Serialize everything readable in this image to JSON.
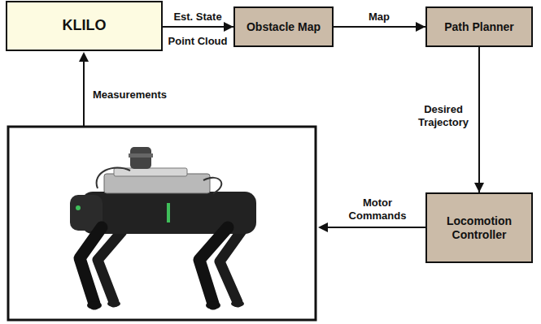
{
  "diagram": {
    "nodes": [
      {
        "text": [
          "KLILO"
        ]
      },
      {
        "text": [
          "Obstacle Map"
        ]
      },
      {
        "text": [
          "Path Planner"
        ]
      },
      {
        "text": [
          "Locomotion Controller"
        ]
      }
    ],
    "edges": [
      {
        "from": 0,
        "to": 1,
        "arrow": "to",
        "label": "Est. State"
      },
      {
        "from": 1,
        "to": 2,
        "arrow": "to",
        "label": "Map"
      },
      {
        "from": 2,
        "to": 3,
        "arrow": "to",
        "label": "Desired Trajectory"
      }
    ],
    "labels": [
      "Point Cloud",
      "Measurements",
      "Motor Commands"
    ]
  }
}
